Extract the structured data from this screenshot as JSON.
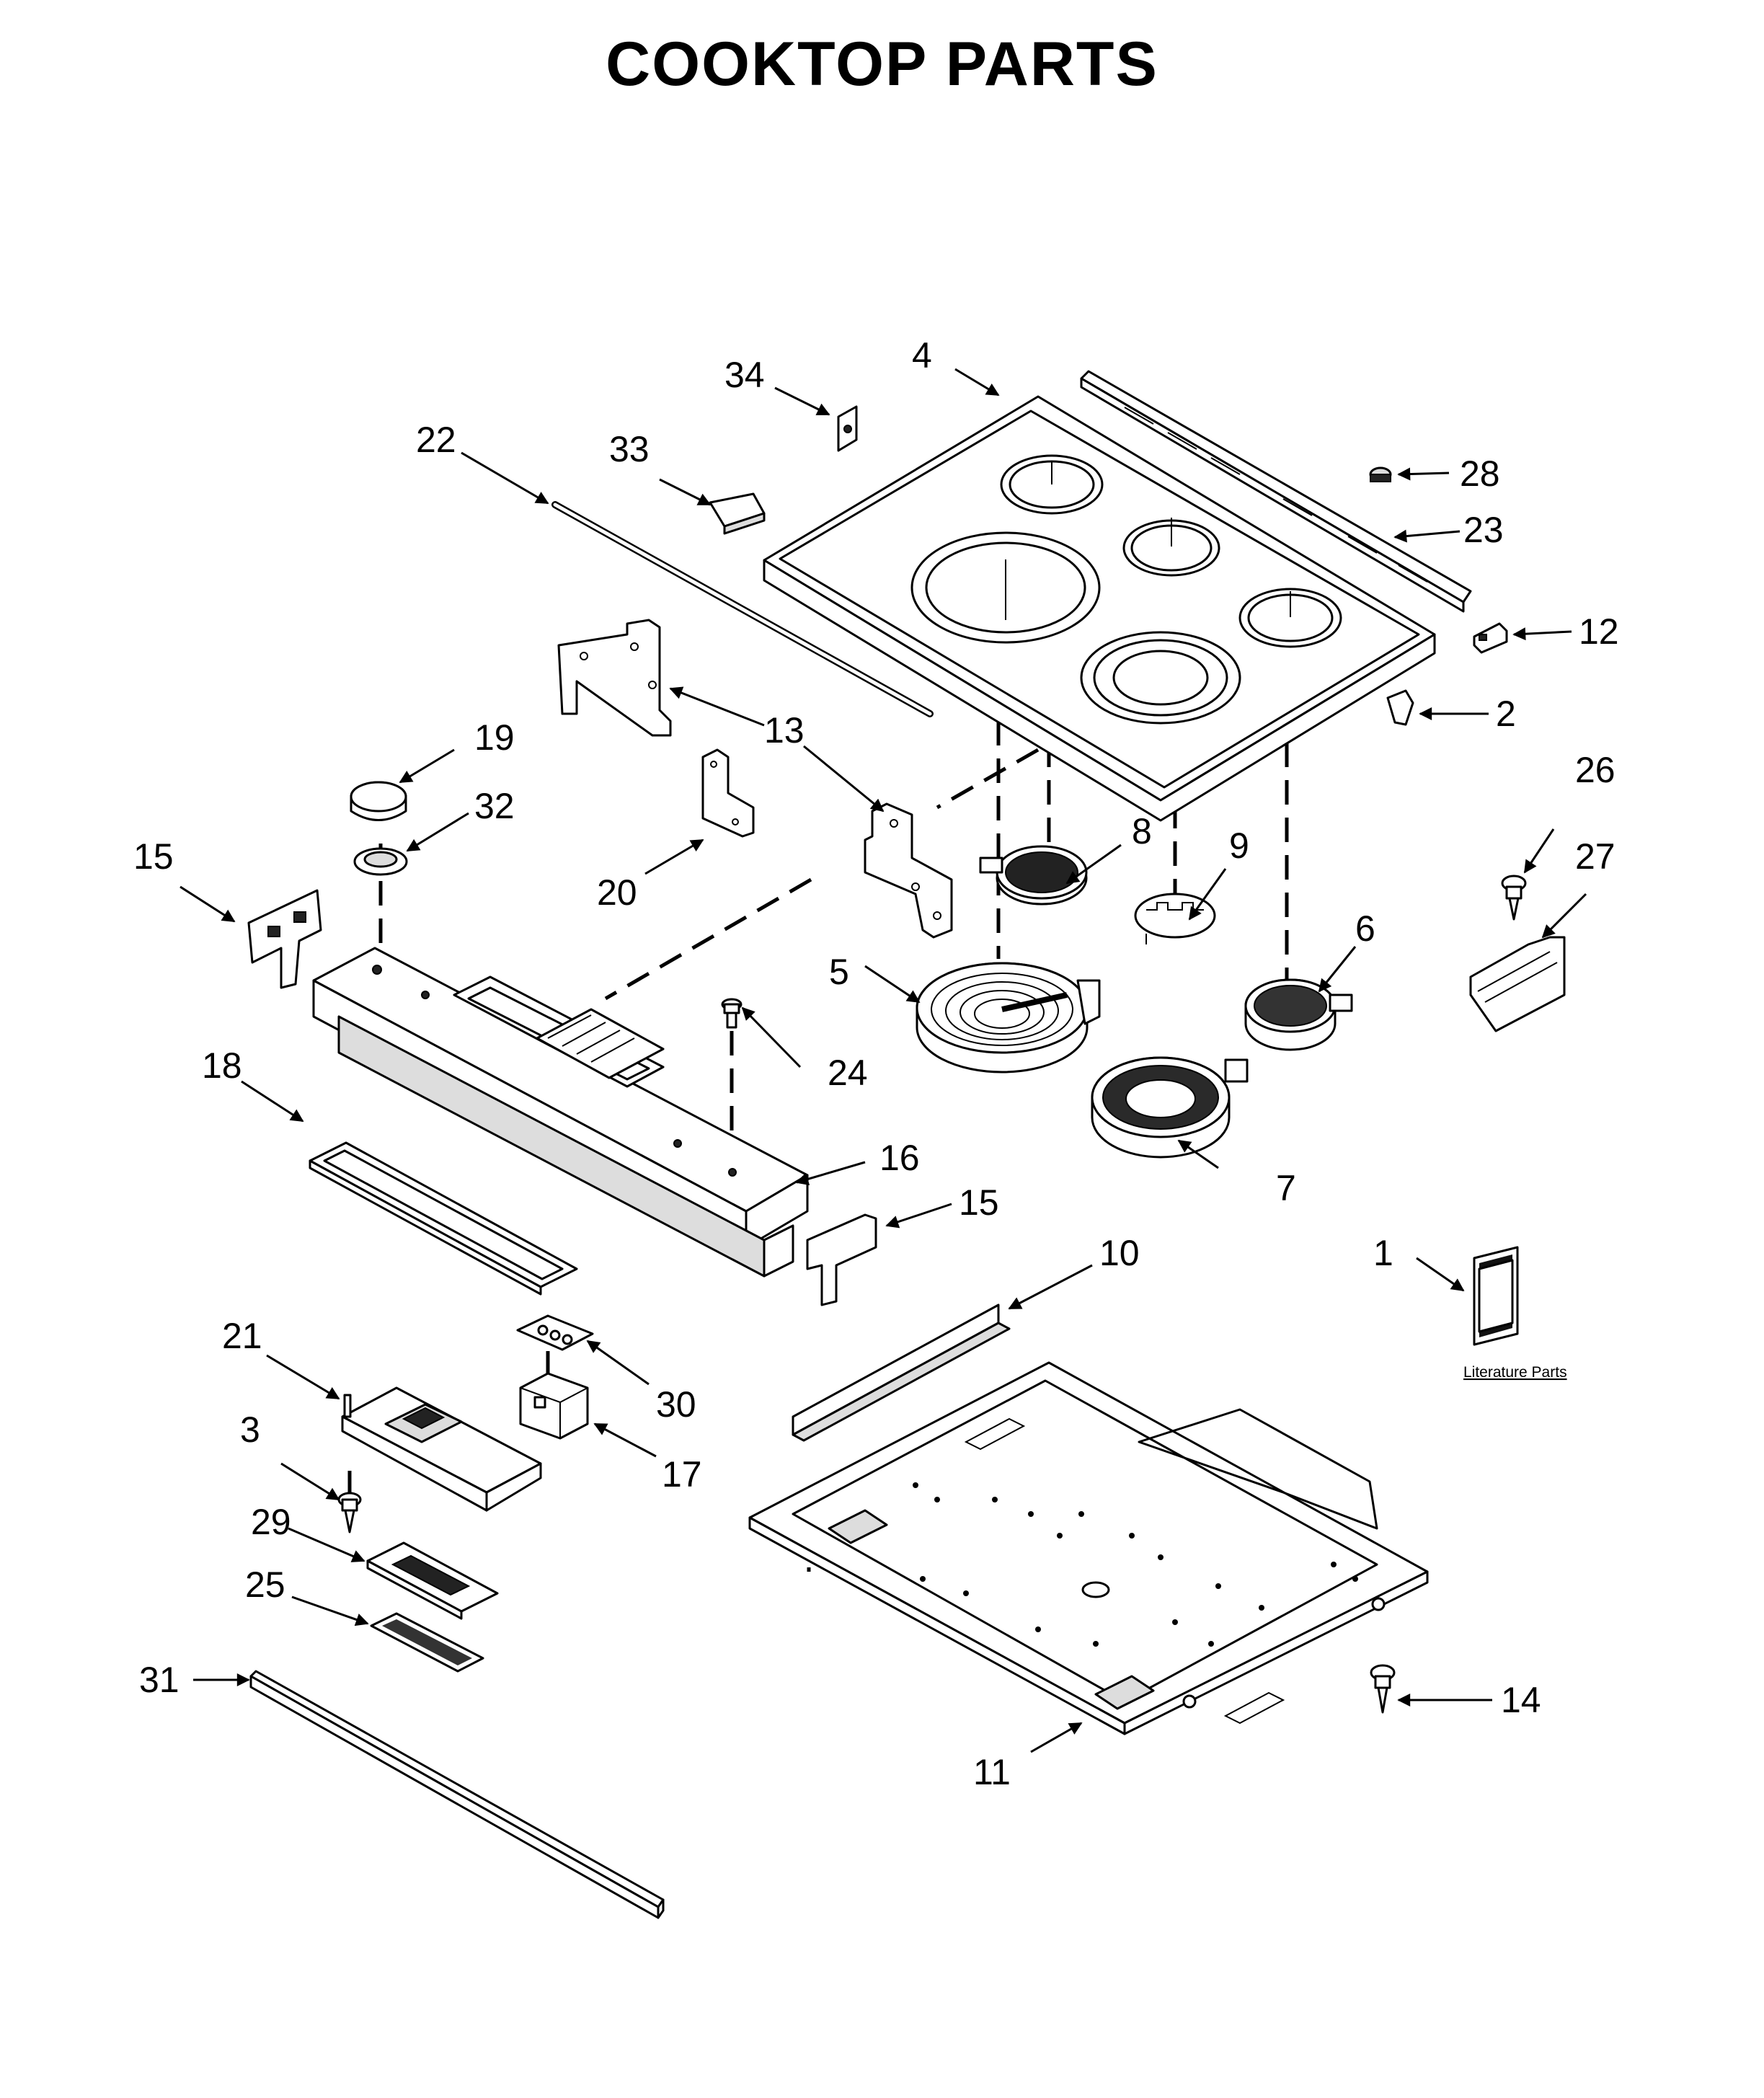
{
  "title": "COOKTOP PARTS",
  "literature_label": "Literature Parts",
  "callouts": {
    "c1": "1",
    "c2": "2",
    "c3": "3",
    "c4": "4",
    "c5": "5",
    "c6": "6",
    "c7": "7",
    "c8": "8",
    "c9": "9",
    "c10": "10",
    "c11": "11",
    "c12": "12",
    "c13": "13",
    "c14": "14",
    "c15a": "15",
    "c15b": "15",
    "c16": "16",
    "c17": "17",
    "c18": "18",
    "c19": "19",
    "c20": "20",
    "c21": "21",
    "c22": "22",
    "c23": "23",
    "c24": "24",
    "c25": "25",
    "c26": "26",
    "c27": "27",
    "c28": "28",
    "c29": "29",
    "c30": "30",
    "c31": "31",
    "c32": "32",
    "c33": "33",
    "c34": "34"
  }
}
